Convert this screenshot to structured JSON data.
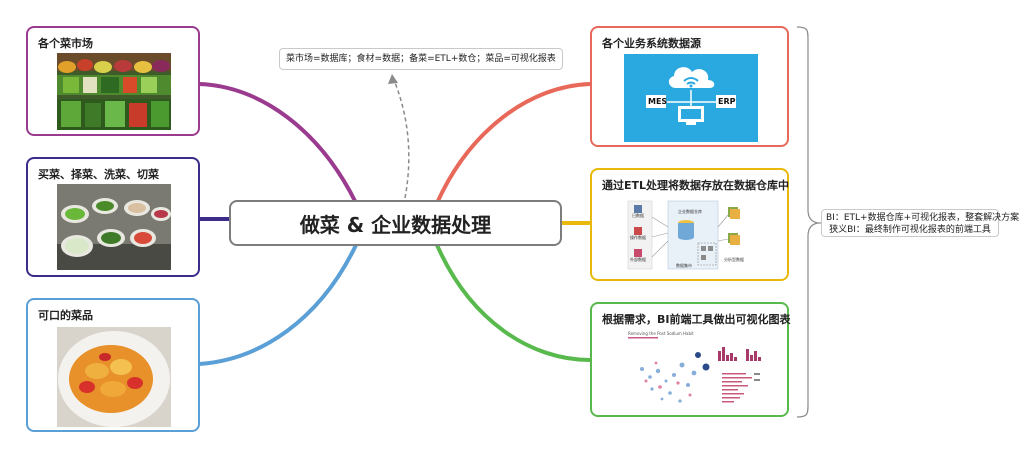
{
  "center": {
    "title": "做菜 & 企业数据处理"
  },
  "top_note": "菜市场=数据库；食材=数据；备菜=ETL+数仓；菜品=可视化报表",
  "left_nodes": [
    {
      "label": "各个菜市场",
      "color": "#9b3b8f",
      "image": "vegetable-market-photo"
    },
    {
      "label": "买菜、择菜、洗菜、切菜",
      "color": "#3d2c8a",
      "image": "prepared-ingredients-photo"
    },
    {
      "label": "可口的菜品",
      "color": "#5a9fd6",
      "image": "cooked-dish-photo"
    }
  ],
  "right_nodes": [
    {
      "label": "各个业务系统数据源",
      "color": "#e8685a",
      "image": "cloud-systems-illustration",
      "image_text": {
        "left": "MES",
        "right": "ERP"
      }
    },
    {
      "label": "通过ETL处理将数据存放在数据仓库中",
      "color": "#e8b80b",
      "image": "etl-warehouse-diagram",
      "image_text": {
        "sources": [
          "日数据",
          "操作数据",
          "外部数据"
        ],
        "warehouse": "企业数据仓库",
        "mart": "数据集市",
        "output": "分析型数据"
      }
    },
    {
      "label": "根据需求，BI前端工具做出可视化图表",
      "color": "#58b94c",
      "image": "bi-dashboard-screenshot",
      "image_text": {
        "title": "Removing the Post Sodium Habit"
      }
    }
  ],
  "bi_note": [
    "BI：ETL+数据仓库+可视化报表，整套解决方案",
    "狭义BI：最终制作可视化报表的前端工具"
  ]
}
